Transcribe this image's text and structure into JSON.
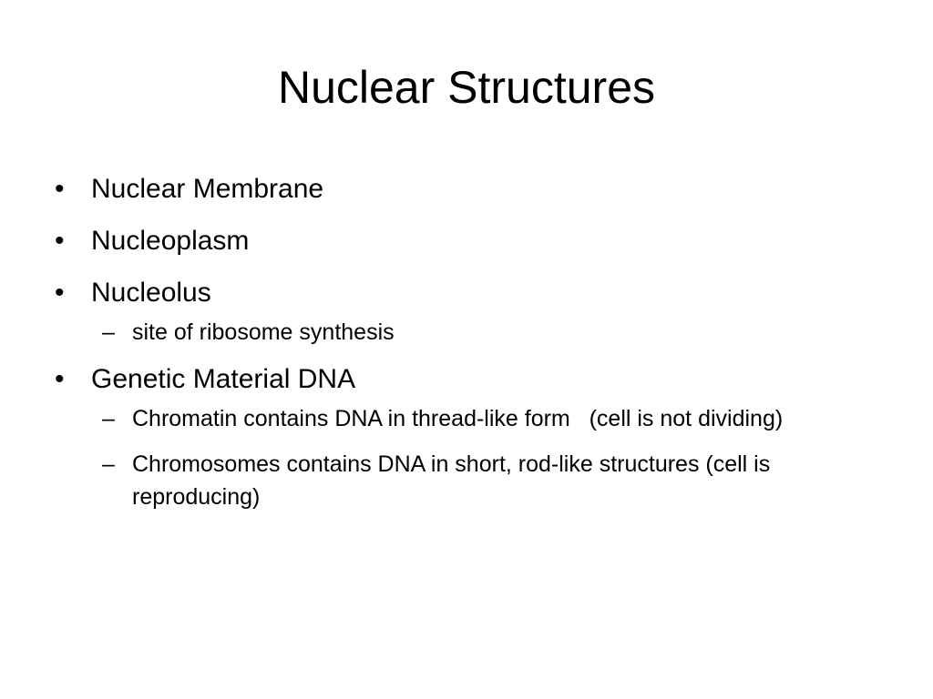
{
  "slide": {
    "title": "Nuclear Structures",
    "bullets": [
      {
        "text": "Nuclear Membrane"
      },
      {
        "text": "Nucleoplasm"
      },
      {
        "text": "Nucleolus",
        "sub": [
          {
            "text": "site of ribosome synthesis"
          }
        ]
      },
      {
        "text": "Genetic Material DNA",
        "sub": [
          {
            "text": "Chromatin contains DNA in thread-like form   (cell is not dividing)"
          },
          {
            "text": "Chromosomes contains DNA in short, rod-like structures (cell is reproducing)"
          }
        ]
      }
    ],
    "bullet_glyph": "•",
    "sub_bullet_glyph": "–"
  }
}
